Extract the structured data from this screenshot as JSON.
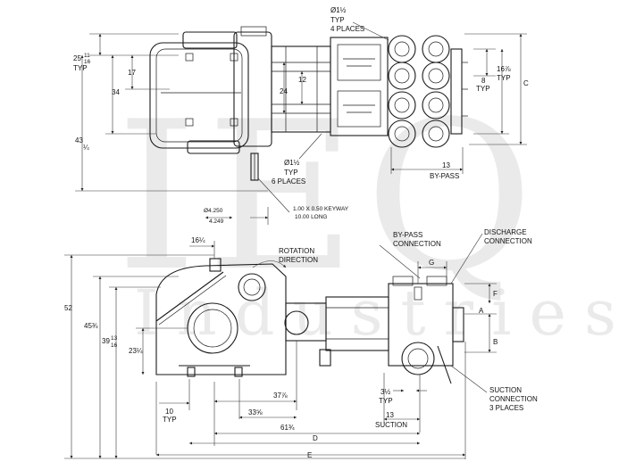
{
  "watermark": {
    "letters": "IEQ",
    "word": "Industries"
  },
  "top_view": {
    "labels": {
      "dim_25": "25",
      "dim_25_num": "11",
      "dim_25_den": "16",
      "typ_left": "TYP",
      "dim_17": "17",
      "dim_34": "34",
      "dim_43": "43",
      "dim_43_frac": "¼",
      "dim_12": "12",
      "dim_24": "24",
      "dia_1_half_top": "Ø1½",
      "typ_top": "TYP",
      "places_4": "4 PLACES",
      "dia_1_half_mid": "Ø1½",
      "typ_mid": "TYP",
      "places_6": "6 PLACES",
      "keyway_1": "1.00 X 0.50 KEYWAY",
      "keyway_2": "10.00 LONG",
      "shaft_dia_1": "Ø4.250",
      "shaft_dia_2": "4.249",
      "dim_16_7_8": "16⅞",
      "typ_r1": "TYP",
      "dim_8": "8",
      "typ_r2": "TYP",
      "dim_C": "C",
      "dim_13_top": "13",
      "bypass_top": "BY-PASS"
    }
  },
  "side_view": {
    "labels": {
      "dim_16_1_4": "16¼",
      "rotation_1": "ROTATION",
      "rotation_2": "DIRECTION",
      "dim_52": "52",
      "dim_45_3_4": "45¾",
      "dim_39": "39",
      "dim_39_num": "13",
      "dim_39_den": "16",
      "dim_23_1_4": "23¼",
      "bypass_conn_1": "BY-PASS",
      "bypass_conn_2": "CONNECTION",
      "discharge_1": "DISCHARGE",
      "discharge_2": "CONNECTION",
      "dim_G": "G",
      "dim_F": "F",
      "dim_A": "A",
      "dim_B": "B",
      "dim_10": "10",
      "typ_10": "TYP",
      "dim_37_7_8": "37⅞",
      "dim_33_5_8": "33⅝",
      "dim_3_1_2": "3½",
      "typ_3": "TYP",
      "dim_13_suction": "13",
      "suction_word": "SUCTION",
      "suction_conn_1": "SUCTION",
      "suction_conn_2": "CONNECTION",
      "suction_conn_3": "3 PLACES",
      "dim_61_3_4": "61¾",
      "dim_D": "D",
      "dim_E": "E"
    }
  }
}
